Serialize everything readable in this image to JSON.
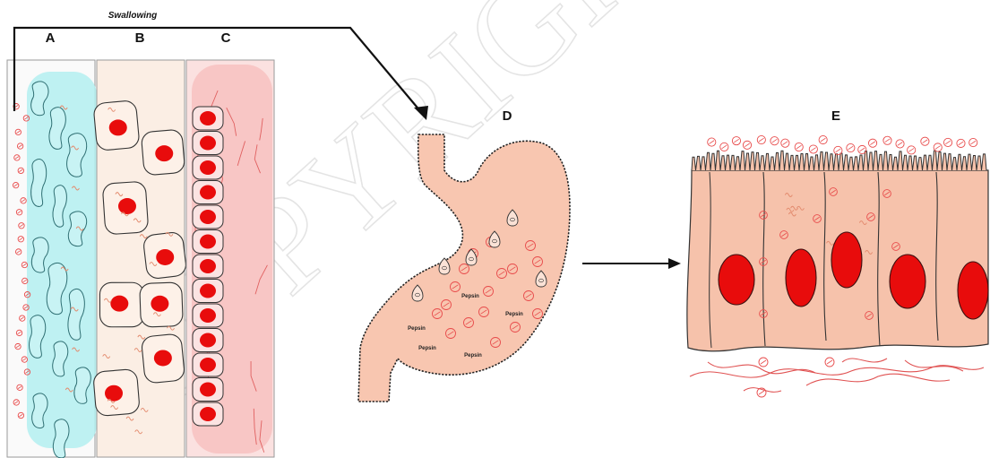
{
  "labels": {
    "A": "A",
    "B": "B",
    "C": "C",
    "D": "D",
    "E": "E"
  },
  "process_label": "Swallowing",
  "enzyme_labels": [
    "Pepsin",
    "Pepsin",
    "Pepsin",
    "Pepsin",
    "Pepsin"
  ],
  "watermark": "COPYRIGHTED NOT",
  "colors": {
    "panel_a": "#9fe8ec",
    "panel_b": "#fbeee2",
    "panel_c": "#f6b9b9",
    "tissue": "#f8c7b1",
    "nucleus": "#e80c0c",
    "outline": "#3a2a2a",
    "microbe": "#e84b4b"
  }
}
